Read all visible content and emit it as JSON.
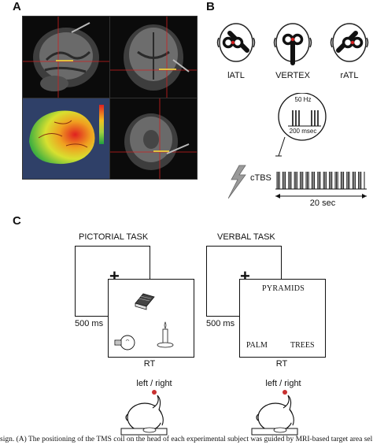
{
  "panels": {
    "a_label": "A",
    "b_label": "B",
    "c_label": "C"
  },
  "panel_b": {
    "sites": [
      "lATL",
      "VERTEX",
      "rATL"
    ],
    "freq": "50 Hz",
    "interval": "200 msec",
    "ctbs": "cTBS",
    "duration": "20 sec"
  },
  "panel_c": {
    "pictorial": {
      "title": "PICTORIAL TASK",
      "fixation_time": "500 ms",
      "rt": "RT",
      "response": "left / right"
    },
    "verbal": {
      "title": "VERBAL TASK",
      "fixation_time": "500 ms",
      "rt": "RT",
      "response": "left / right",
      "word_top": "PYRAMIDS",
      "word_left": "PALM",
      "word_right": "TREES"
    }
  },
  "caption_fragment": "sign. (A) The positioning of the TMS coil on the head of each experimental subject was guided by MRI-based target area sel"
}
